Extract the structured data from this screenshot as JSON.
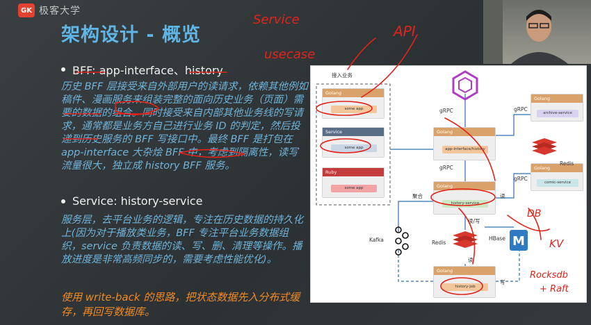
{
  "logo": {
    "mark": "GK",
    "text": "极客大学"
  },
  "title": "架构设计 - 概览",
  "bullets": [
    {
      "label": "BFF: app-interface、history"
    },
    {
      "label": "Service: history-service"
    }
  ],
  "paragraphs": {
    "bff": "历史 BFF 层接受来自外部用户的读请求，依赖其他例如稿件、漫画服务来组装完整的面向历史业务（页面）需要的数据的组合。同时接受来自内部其他业务线的写请求，通常都是业务方自己进行业务 ID 的判定，然后投递到历史服务的 BFF 写接口中。最终 BFF 是打包在 app-interface 大杂烩 BFF 中，考虑到隔离性，读写流量很大，独立成 history BFF 服务。",
    "service": "服务层，去平台业务的逻辑，专注在历史数据的持久化上(因为对于播放类业务，BFF 专注平台业务数据组织，service 负责数据的读、写、删、清理等操作。播放进度是非常高频同步的，需要考虑性能优化)。",
    "writeback": "使用 write-back 的思路，把状态数据先入分布式缓存，再回写数据库。"
  },
  "diagram": {
    "ingress_label": "接入业务",
    "clients": [
      {
        "lang": "Golang",
        "app": "some app",
        "head_color": "#d9a26a",
        "inner_color": "#f3c69b"
      },
      {
        "lang": "Service",
        "app": "some app",
        "head_color": "#5a6d86",
        "inner_color": "#c9d6e6"
      },
      {
        "lang": "Ruby",
        "app": "some app",
        "head_color": "#c43b3b",
        "inner_color": "#f2a3a3"
      }
    ],
    "nodes": {
      "app_interface": {
        "lang": "Golang",
        "name": "app-interface/history"
      },
      "history_service": {
        "lang": "Golang",
        "name": "history-service"
      },
      "history_job": {
        "lang": "Golang",
        "name": "history-job"
      },
      "archive": {
        "lang": "Golang",
        "name": "archive-service"
      },
      "comic": {
        "lang": "Golang",
        "name": "comic-service"
      }
    },
    "labels": {
      "grpc_top": "gRPC",
      "grpc_mid": "gRPC",
      "grpc_right_top": "gRPC",
      "grpc_right_bottom": "gRPC",
      "redis_right": "Redis",
      "redis_bottom": "Redis",
      "kafka": "Kafka",
      "hbase": "HBase",
      "aggregate": "聚合",
      "read": "读",
      "read_write": "读/写",
      "read2": "读",
      "write": "写"
    }
  },
  "annotations": {
    "service": "Service",
    "usecase": "usecase",
    "api": "API",
    "kv": "KV",
    "rocksdb": "Rocksdb",
    "raft": "+ Raft",
    "db": "DB"
  },
  "colors": {
    "title": "#5fb6e6",
    "paragraph": "#6fb3d9",
    "highlight": "#f08a24",
    "ink": "#e2231a",
    "diagram_arrow": "#2d6fb3"
  }
}
